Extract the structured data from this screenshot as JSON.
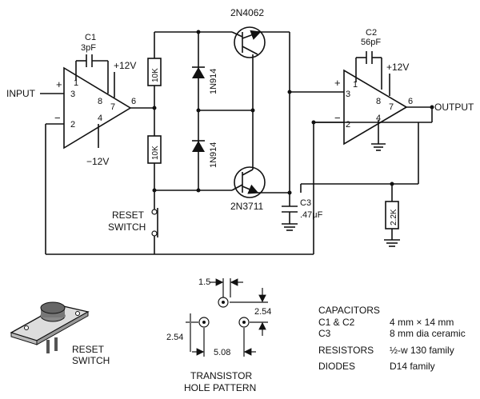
{
  "schematic": {
    "q1": "2N4062",
    "q2": "2N3711",
    "c1_name": "C1",
    "c1_value": "3pF",
    "c2_name": "C2",
    "c2_value": "56pF",
    "c3_name": "C3",
    "c3_value": ".47μF",
    "r_top": "10K",
    "r_bot": "10K",
    "r_out": "2.2K",
    "d1": "1N914",
    "d2": "1N914",
    "vpos1": "+12V",
    "vneg1": "−12V",
    "vpos2": "+12V",
    "input": "INPUT",
    "output": "OUTPUT",
    "reset_line1": "RESET",
    "reset_line2": "SWITCH",
    "plus": "+",
    "minus": "−",
    "oa1_pins": [
      "1",
      "3",
      "8",
      "7",
      "6",
      "4",
      "2"
    ],
    "oa2_pins": [
      "1",
      "3",
      "8",
      "7",
      "6",
      "4",
      "2"
    ]
  },
  "switch_illustration": {
    "line1": "RESET",
    "line2": "SWITCH"
  },
  "hole_pattern": {
    "dim_top": "1.5",
    "dim_right": "2.54",
    "dim_left": "2.54",
    "dim_bottom": "5.08",
    "title1": "TRANSISTOR",
    "title2": "HOLE PATTERN"
  },
  "specs": {
    "heading": "CAPACITORS",
    "rows": [
      {
        "label": "C1 & C2",
        "value": "4 mm × 14 mm"
      },
      {
        "label": "C3",
        "value": "8 mm dia ceramic"
      },
      {
        "label": "RESISTORS",
        "value": "½-w 130 family"
      },
      {
        "label": "DIODES",
        "value": "D14 family"
      }
    ]
  }
}
